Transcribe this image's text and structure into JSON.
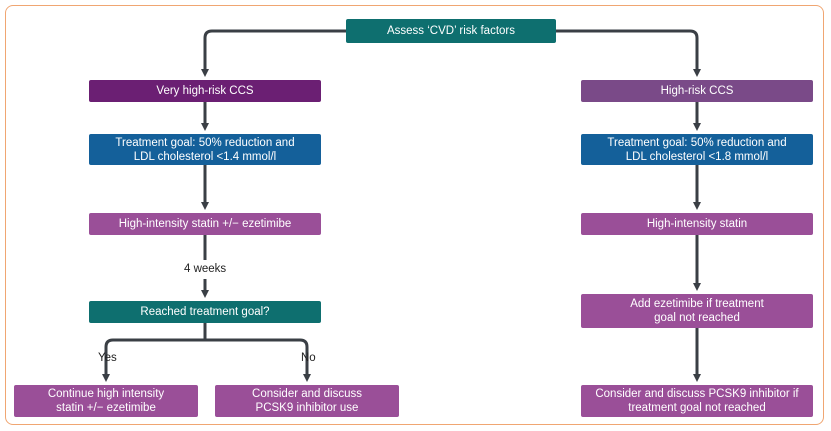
{
  "colors": {
    "frame": "#f0a672",
    "teal": "#0e6f6f",
    "very_high_risk": "#6b1f73",
    "high_risk": "#7a4a88",
    "goal": "#14609a",
    "treatment": "#9a4f98",
    "arrow": "#3a3f45"
  },
  "top": {
    "label": "Assess ‘CVD’ risk factors"
  },
  "left": {
    "header": "Very high-risk CCS",
    "goal": "Treatment goal: 50% reduction and LDL cholesterol <1.4 mmol/l",
    "therapy": "High-intensity statin +/− ezetimibe",
    "interval": "4 weeks",
    "question": "Reached treatment goal?",
    "yes_label": "Yes",
    "no_label": "No",
    "yes_outcome": "Continue high intensity statin +/− ezetimibe",
    "no_outcome": "Consider and discuss PCSK9 inhibitor use"
  },
  "right": {
    "header": "High-risk CCS",
    "goal": "Treatment goal: 50% reduction and LDL cholesterol <1.8 mmol/l",
    "therapy": "High-intensity statin",
    "step2": "Add ezetimibe if treatment goal not reached",
    "step3": "Consider and discuss PCSK9 inhibitor if treatment goal not reached"
  }
}
